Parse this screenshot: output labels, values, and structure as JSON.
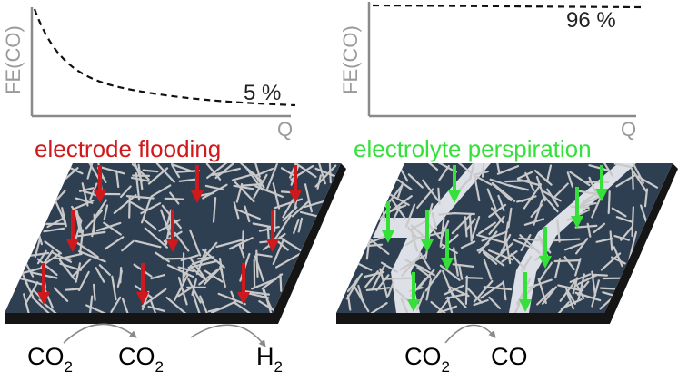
{
  "left_panel": {
    "graph": {
      "y_axis_label": "FE(CO)",
      "x_axis_label": "Q",
      "value_label": "5 %"
    },
    "heading": "electrode flooding",
    "heading_color": "#d0191c",
    "arrow_color": "#d0191c",
    "species": [
      {
        "base": "CO",
        "subscript": "2"
      },
      {
        "base": "CO",
        "subscript": "2"
      },
      {
        "base": "H",
        "subscript": "2"
      }
    ]
  },
  "right_panel": {
    "graph": {
      "y_axis_label": "FE(CO)",
      "x_axis_label": "Q",
      "value_label": "96 %"
    },
    "heading": "electrolyte perspiration",
    "heading_color": "#35e03a",
    "arrow_color": "#35e03a",
    "species": [
      {
        "base": "CO",
        "subscript": "2"
      },
      {
        "base": "CO",
        "subscript": ""
      }
    ]
  },
  "colors": {
    "electrode_surface": "#2f3f52",
    "electrode_edge": "#151515",
    "fibers": "#c9c9c9",
    "electrolyte": "#dde1e7",
    "axes": "#8a8a8a",
    "curve": "#111111"
  }
}
